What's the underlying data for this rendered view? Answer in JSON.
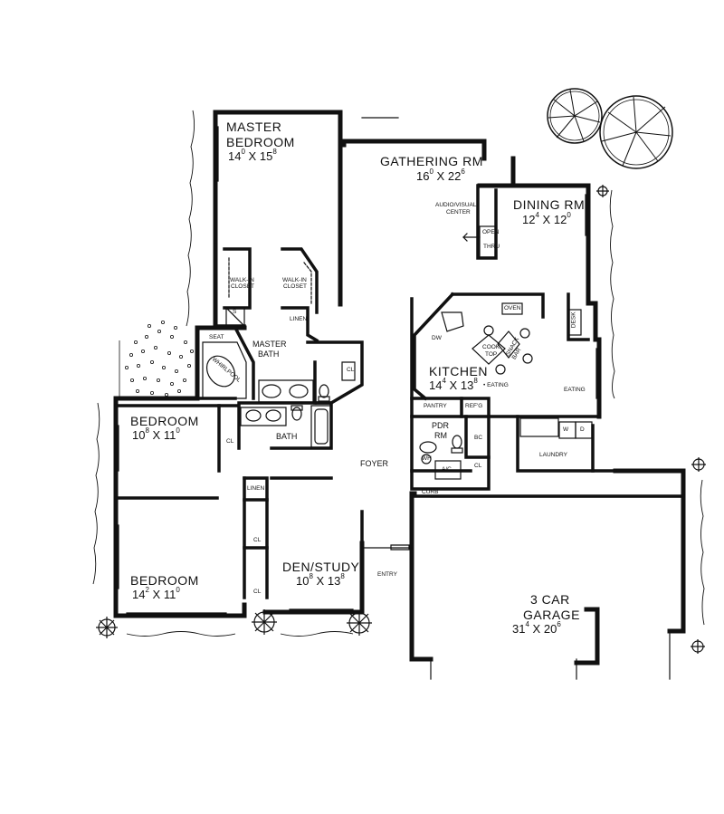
{
  "rooms": {
    "master_bedroom": {
      "name_1": "MASTER",
      "name_2": "BEDROOM",
      "w": "14",
      "w_frac": "0",
      "x": "X",
      "h": "15",
      "h_frac": "8"
    },
    "gathering": {
      "name": "GATHERING RM",
      "w": "16",
      "w_frac": "0",
      "x": "X",
      "h": "22",
      "h_frac": "6"
    },
    "dining": {
      "name": "DINING RM",
      "w": "12",
      "w_frac": "4",
      "x": "X",
      "h": "12",
      "h_frac": "0"
    },
    "kitchen": {
      "name": "KITCHEN",
      "w": "14",
      "w_frac": "4",
      "x": "X",
      "h": "13",
      "h_frac": "8"
    },
    "bedroom_a": {
      "name": "BEDROOM",
      "w": "10",
      "w_frac": "8",
      "x": "X",
      "h": "11",
      "h_frac": "0"
    },
    "bedroom_b": {
      "name": "BEDROOM",
      "w": "14",
      "w_frac": "2",
      "x": "X",
      "h": "11",
      "h_frac": "0"
    },
    "den": {
      "name": "DEN/STUDY",
      "w": "10",
      "w_frac": "8",
      "x": "X",
      "h": "13",
      "h_frac": "8"
    },
    "garage": {
      "name_1": "3 CAR",
      "name_2": "GARAGE",
      "w": "31",
      "w_frac": "4",
      "x": "X",
      "h": "20",
      "h_frac": "6"
    }
  },
  "labels": {
    "master_bath_1": "MASTER",
    "master_bath_2": "BATH",
    "seat": "SEAT",
    "whirlpool": "WHIRLPOOL",
    "walkin_1": "WALK-IN",
    "walkin_2": "CLOSET",
    "linen": "LINEN",
    "s": "S",
    "cl": "CL",
    "bath": "BATH",
    "foyer": "FOYER",
    "entry": "ENTRY",
    "pdr_1": "PDR",
    "pdr_2": "RM",
    "bc": "BC",
    "laundry": "LAUNDRY",
    "curb": "CURB",
    "pantry": "PANTRY",
    "refg": "REF'G",
    "eating": "EATING",
    "eating_bullet": "• EATING",
    "dw": "DW",
    "oven": "OVEN",
    "cook_1": "COOK",
    "cook_2": "TOP",
    "snack_1": "SNACK",
    "snack_2": "BAR",
    "desk": "DESK",
    "av_1": "AUDIO/VISUAL",
    "av_2": "CENTER",
    "open": "OPEN",
    "thru": "THRU",
    "ac": "A/C",
    "wh": "WH",
    "w": "W",
    "d": "D"
  }
}
